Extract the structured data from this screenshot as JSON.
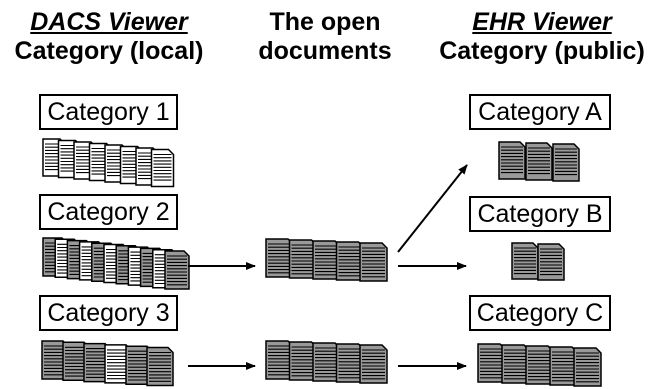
{
  "headers": {
    "left_title": "DACS Viewer",
    "left_sub": "Category (local)",
    "mid_line1": "The open",
    "mid_line2": "documents",
    "right_title": "EHR Viewer",
    "right_sub": "Category (public)"
  },
  "local_categories": [
    "Category 1",
    "Category 2",
    "Category 3"
  ],
  "public_categories": [
    "Category A",
    "Category B",
    "Category C"
  ],
  "colors": {
    "white_doc": "#ffffff",
    "grey_doc": "#999999",
    "line": "#000000"
  },
  "stacks": {
    "cat1": [
      "w",
      "w",
      "w",
      "w",
      "w",
      "w",
      "w",
      "w"
    ],
    "cat2": [
      "g",
      "w",
      "g",
      "w",
      "g",
      "w",
      "g",
      "w",
      "g",
      "w",
      "g"
    ],
    "cat3": [
      "g",
      "g",
      "g",
      "w",
      "g",
      "g"
    ],
    "open_row2": [
      "g",
      "g",
      "g",
      "g",
      "g"
    ],
    "open_row3": [
      "g",
      "g",
      "g",
      "g",
      "g"
    ],
    "pubA": [
      "g",
      "g",
      "g"
    ],
    "pubB": [
      "g",
      "g"
    ],
    "pubC": [
      "g",
      "g",
      "g",
      "g",
      "g"
    ]
  }
}
